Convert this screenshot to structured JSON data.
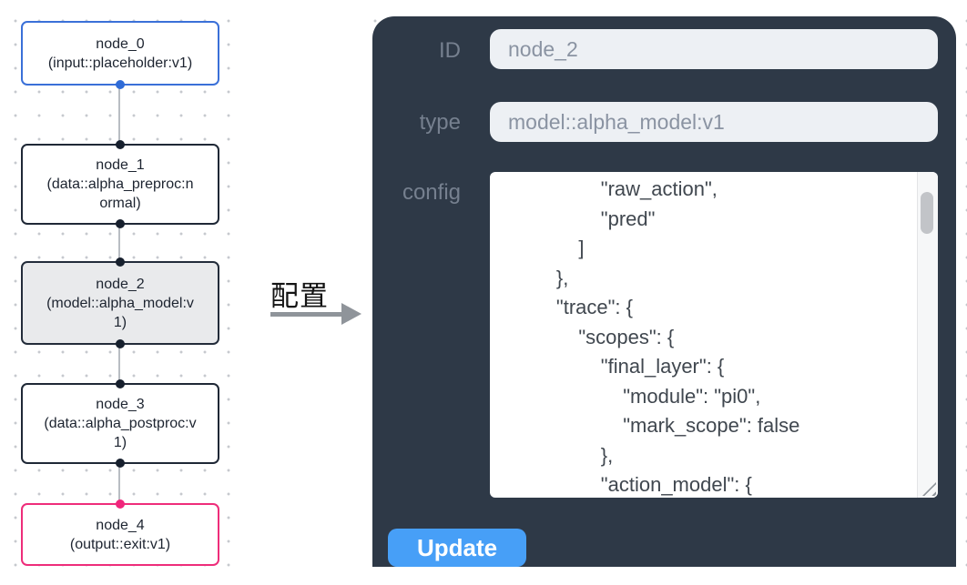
{
  "flow": {
    "nodes": [
      {
        "id": "node_0",
        "type": "(input::placeholder:v1)",
        "kind": "input",
        "border_color": "#3a70d8",
        "handle_color": "#2f6bd7"
      },
      {
        "id": "node_1",
        "type": "(data::alpha_preproc:normal)",
        "kind": "process",
        "border_color": "#1f2836",
        "handle_color": "#17202e"
      },
      {
        "id": "node_2",
        "type": "(model::alpha_model:v1)",
        "kind": "model",
        "border_color": "#232c3a",
        "handle_color": "#17202e",
        "selected": true
      },
      {
        "id": "node_3",
        "type": "(data::alpha_postproc:v1)",
        "kind": "process",
        "border_color": "#1f2836",
        "handle_color": "#17202e"
      },
      {
        "id": "node_4",
        "type": "(output::exit:v1)",
        "kind": "output",
        "border_color": "#ee2d7a",
        "handle_color": "#f0267c"
      }
    ]
  },
  "transition": {
    "label": "配置"
  },
  "panel": {
    "id_field": {
      "label": "ID",
      "value": "node_2"
    },
    "type_field": {
      "label": "type",
      "value": "model::alpha_model:v1"
    },
    "config_field": {
      "label": "config",
      "value": "                \"raw_action\",\n                \"pred\"\n            ]\n        },\n        \"trace\": {\n            \"scopes\": {\n                \"final_layer\": {\n                    \"module\": \"pi0\",\n                    \"mark_scope\": false\n                },\n                \"action_model\": {"
    },
    "update_button_label": "Update"
  },
  "colors": {
    "panel_background": "#2e3947",
    "input_background": "#edf0f4",
    "accent_button_blue": "#479ff7",
    "node_blue": "#3a70d8",
    "node_pink": "#ee2d7a",
    "selected_node_fill": "#e9eaec",
    "edge_gray": "#b9bdc3",
    "label_gray": "#76808f"
  }
}
